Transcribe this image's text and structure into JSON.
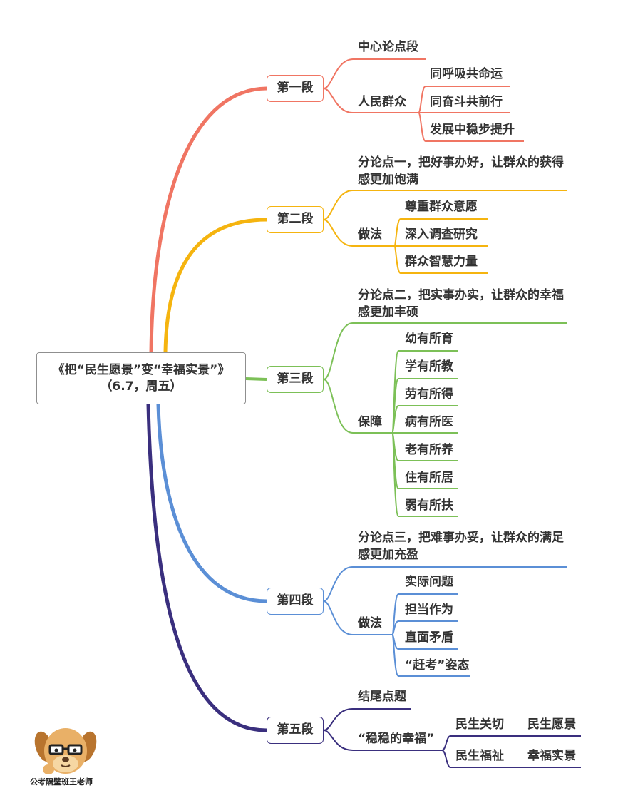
{
  "root": {
    "title": "《把“民生愿景”变“幸福实景”》",
    "subtitle": "（6.7，周五）"
  },
  "branches": [
    {
      "label": "第一段",
      "color": "#F07563",
      "topic": "中心论点段",
      "group": "人民群众",
      "items": [
        "同呼吸共命运",
        "同奋斗共前行",
        "发展中稳步提升"
      ]
    },
    {
      "label": "第二段",
      "color": "#F5B40F",
      "topic": "分论点一，把好事办好，让群众的获得感更加饱满",
      "group": "做法",
      "items": [
        "尊重群众意愿",
        "深入调查研究",
        "群众智慧力量"
      ]
    },
    {
      "label": "第三段",
      "color": "#7CC057",
      "topic": "分论点二，把实事办实，让群众的幸福感更加丰硕",
      "group": "保障",
      "items": [
        "幼有所育",
        "学有所教",
        "劳有所得",
        "病有所医",
        "老有所养",
        "住有所居",
        "弱有所扶"
      ]
    },
    {
      "label": "第四段",
      "color": "#5B8FD6",
      "topic": "分论点三，把难事办妥，让群众的满足感更加充盈",
      "group": "做法",
      "items": [
        "实际问题",
        "担当作为",
        "直面矛盾",
        "“赶考”姿态"
      ]
    },
    {
      "label": "第五段",
      "color": "#3A2F7E",
      "topic": "结尾点题",
      "group": "“稳稳的幸福”",
      "pairs": [
        [
          "民生关切",
          "民生愿景"
        ],
        [
          "民生福祉",
          "幸福实景"
        ]
      ]
    }
  ],
  "credit": "公考隔壁班王老师"
}
